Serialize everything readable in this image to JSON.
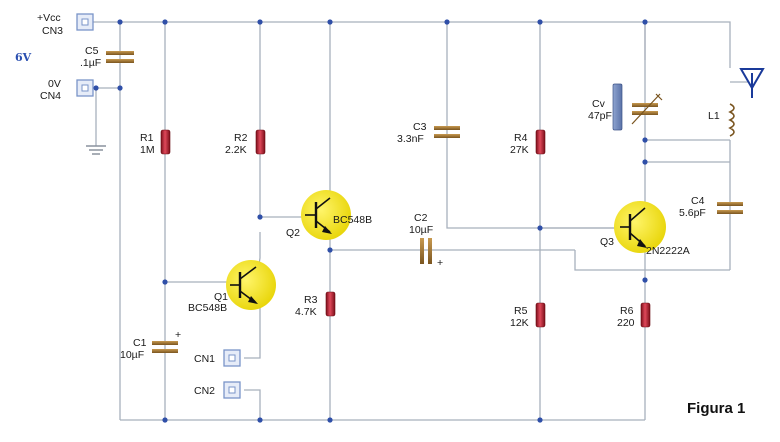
{
  "terminals": {
    "vcc": {
      "name": "+Vcc",
      "ref": "CN3"
    },
    "gnd": {
      "name": "0V",
      "ref": "CN4"
    },
    "cn1": {
      "ref": "CN1"
    },
    "cn2": {
      "ref": "CN2"
    }
  },
  "supply_voltage": "6V",
  "components": {
    "c5": {
      "ref": "C5",
      "value": ".1µF"
    },
    "r1": {
      "ref": "R1",
      "value": "1M"
    },
    "r2": {
      "ref": "R2",
      "value": "2.2K"
    },
    "r3": {
      "ref": "R3",
      "value": "4.7K"
    },
    "r4": {
      "ref": "R4",
      "value": "27K"
    },
    "r5": {
      "ref": "R5",
      "value": "12K"
    },
    "r6": {
      "ref": "R6",
      "value": "220"
    },
    "c1": {
      "ref": "C1",
      "value": "10µF"
    },
    "c2": {
      "ref": "C2",
      "value": "10µF"
    },
    "c3": {
      "ref": "C3",
      "value": "3.3nF"
    },
    "c4": {
      "ref": "C4",
      "value": "5.6pF"
    },
    "cv": {
      "ref": "Cv",
      "value": "47pF"
    },
    "l1": {
      "ref": "L1"
    },
    "q1": {
      "ref": "Q1",
      "value": "BC548B"
    },
    "q2": {
      "ref": "Q2",
      "value": "BC548B"
    },
    "q3": {
      "ref": "Q3",
      "value": "2N2222A"
    }
  },
  "polarity_mark": "+",
  "caption": "Figura 1",
  "colors": {
    "wire": "#a8b0bc",
    "junction": "#2f4fa8",
    "resistor": "#c0283a",
    "capacitor": "#a07a3a",
    "transistor_body": "#f2e000",
    "terminal": "#7a94c8"
  }
}
